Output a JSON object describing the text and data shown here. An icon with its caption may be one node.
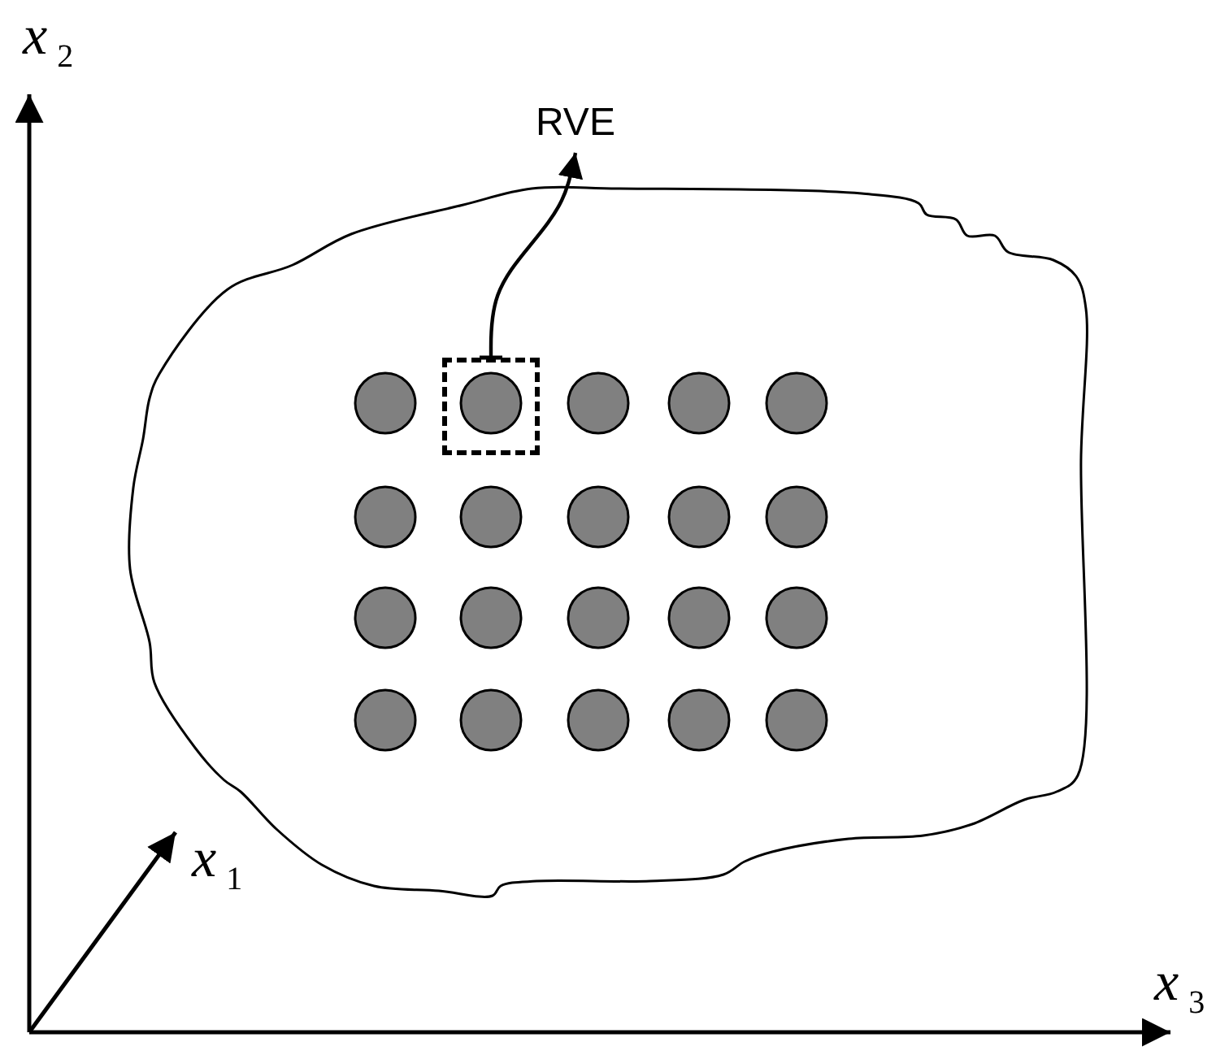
{
  "diagram": {
    "nodes": [
      {
        "text": [
          "RVE"
        ]
      },
      {
        "text": [],
        "shape": "box"
      }
    ],
    "edges": [
      {
        "from": 1,
        "to": 0,
        "arrow": "to"
      }
    ],
    "labels": [
      "*x*$_{2}$",
      "*x*$_{1}$",
      "*x*$_{3}$"
    ]
  }
}
